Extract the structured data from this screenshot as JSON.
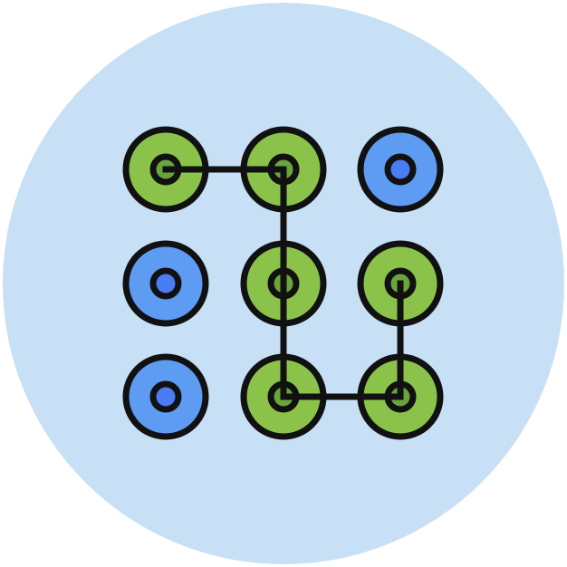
{
  "icon": {
    "name": "pattern-lock-icon",
    "colors": {
      "background_circle": "#c7e0f5",
      "active_outer": "#8bc34a",
      "active_inner": "#6aa53c",
      "inactive_outer": "#5e9bf2",
      "inactive_inner": "#4a7cf3",
      "stroke": "#111111"
    },
    "grid": {
      "rows": 3,
      "cols": 3,
      "cells": [
        {
          "row": 0,
          "col": 0,
          "state": "active"
        },
        {
          "row": 0,
          "col": 1,
          "state": "active"
        },
        {
          "row": 0,
          "col": 2,
          "state": "inactive"
        },
        {
          "row": 1,
          "col": 0,
          "state": "inactive"
        },
        {
          "row": 1,
          "col": 1,
          "state": "active"
        },
        {
          "row": 1,
          "col": 2,
          "state": "active"
        },
        {
          "row": 2,
          "col": 0,
          "state": "inactive"
        },
        {
          "row": 2,
          "col": 1,
          "state": "active"
        },
        {
          "row": 2,
          "col": 2,
          "state": "active"
        }
      ]
    },
    "pattern_path": [
      {
        "row": 0,
        "col": 0
      },
      {
        "row": 0,
        "col": 1
      },
      {
        "row": 1,
        "col": 1
      },
      {
        "row": 2,
        "col": 1
      },
      {
        "row": 2,
        "col": 2
      },
      {
        "row": 1,
        "col": 2
      }
    ]
  }
}
